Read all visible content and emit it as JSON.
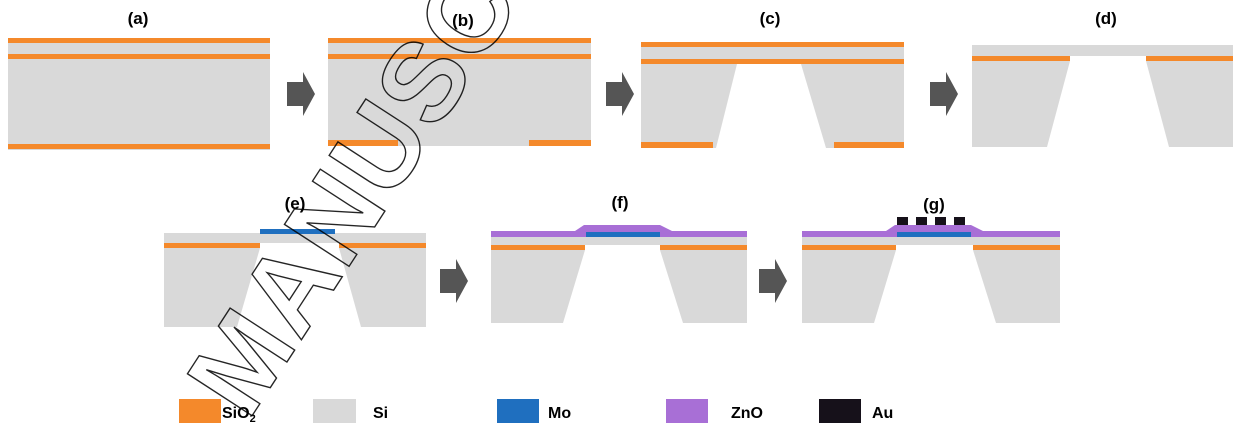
{
  "panels": [
    {
      "id": "a",
      "label": "(a)"
    },
    {
      "id": "b",
      "label": "(b)"
    },
    {
      "id": "c",
      "label": "(c)"
    },
    {
      "id": "d",
      "label": "(d)"
    },
    {
      "id": "e",
      "label": "(e)"
    },
    {
      "id": "f",
      "label": "(f)"
    },
    {
      "id": "g",
      "label": "(g)"
    }
  ],
  "legend": [
    {
      "material": "SiO2",
      "label_main": "SiO",
      "label_sub": "2",
      "color": "#F4892B"
    },
    {
      "material": "Si",
      "label_main": "Si",
      "color": "#D9D9D9"
    },
    {
      "material": "Mo",
      "label_main": "Mo",
      "color": "#1F6FBF"
    },
    {
      "material": "ZnO",
      "label_main": "ZnO",
      "color": "#A86FD6"
    },
    {
      "material": "Au",
      "label_main": "Au",
      "color": "#16111A"
    }
  ],
  "colors": {
    "sio2": "#F4892B",
    "si": "#D9D9D9",
    "mo": "#1F6FBF",
    "zno": "#A86FD6",
    "au": "#16111A",
    "arrow": "#555555",
    "watermark": "#000000"
  },
  "arrow_icon": "right-arrow-icon",
  "watermark": "MANUSCRIPT"
}
